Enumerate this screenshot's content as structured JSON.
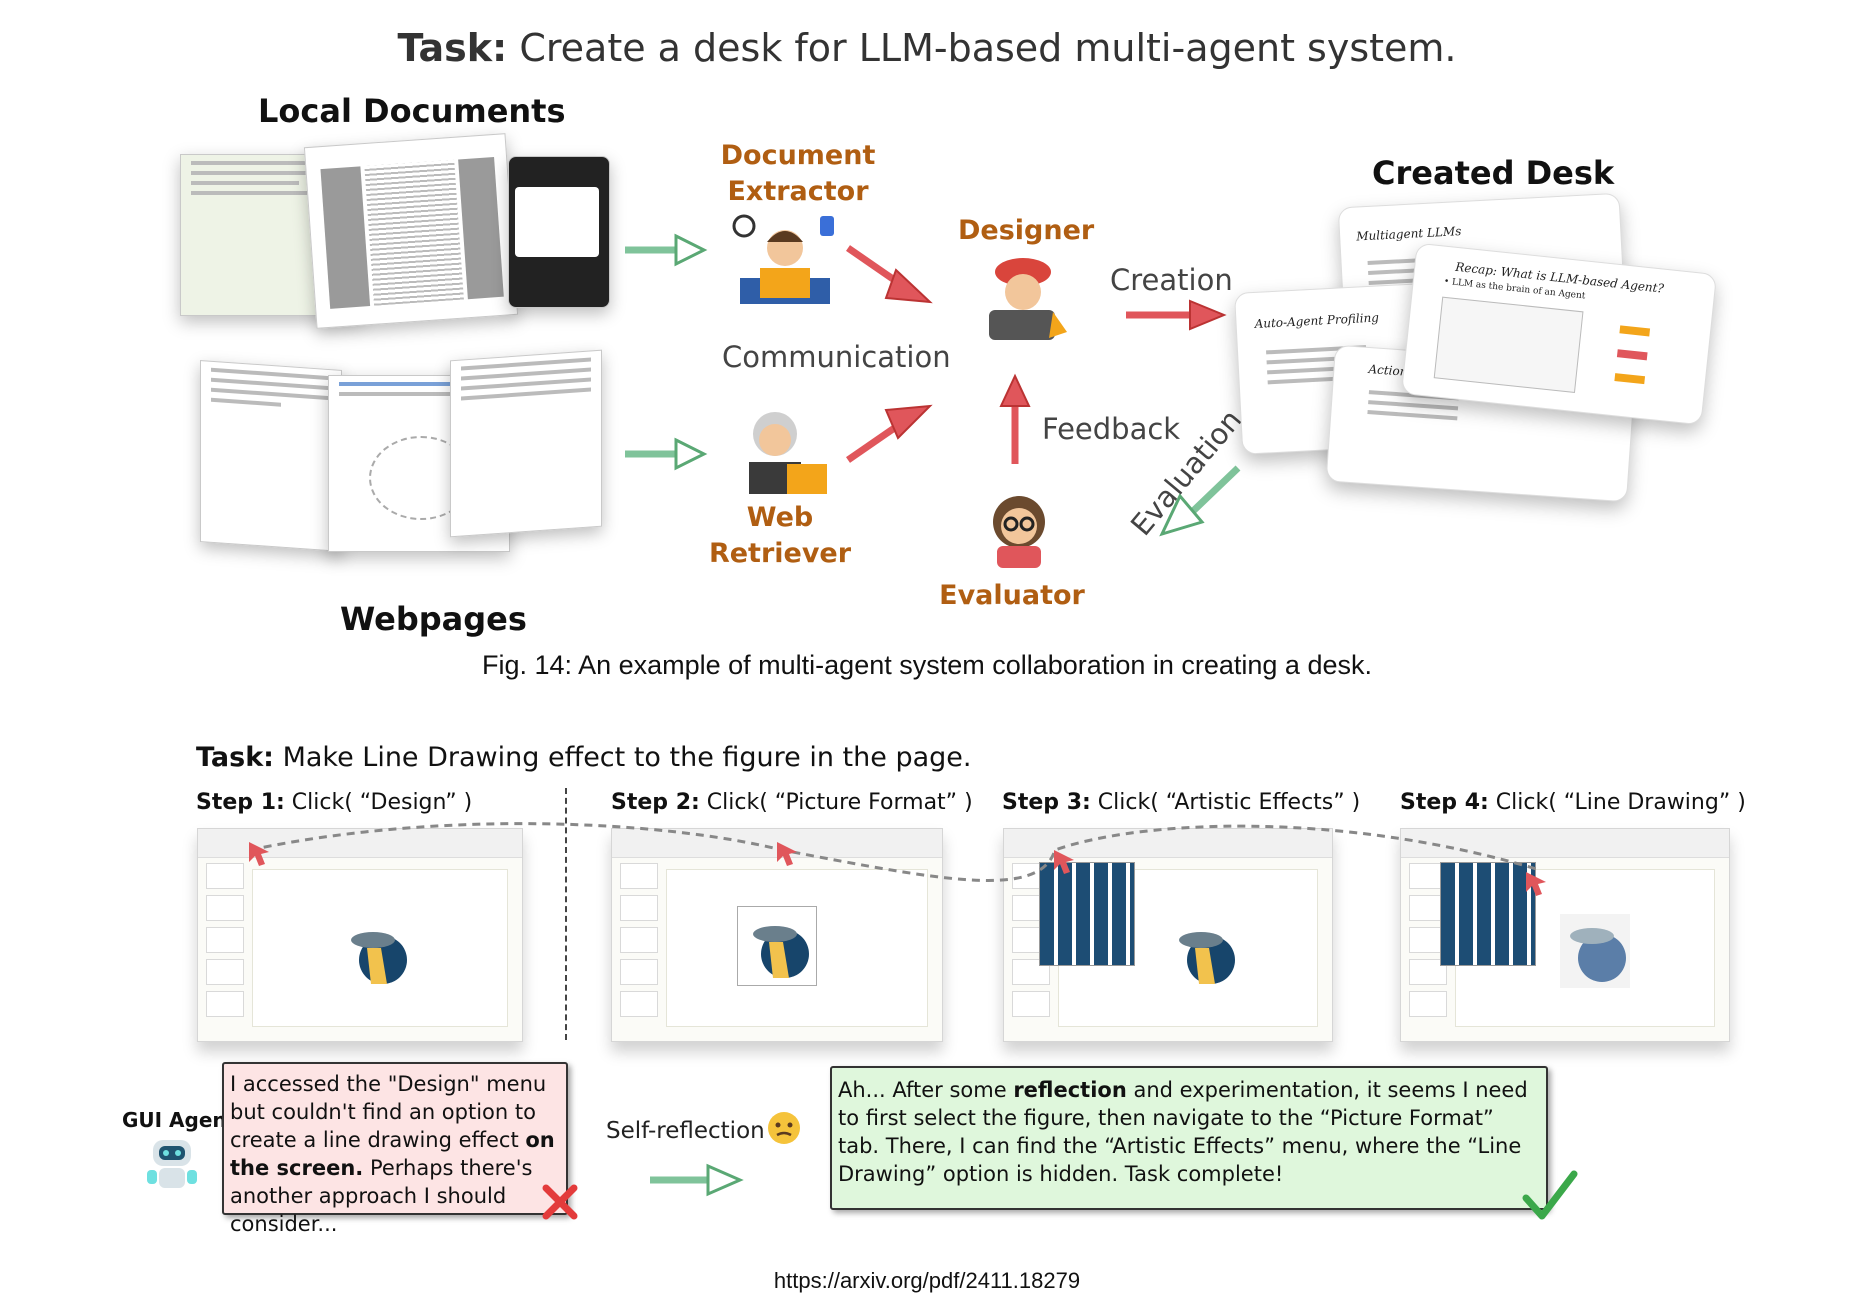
{
  "top": {
    "task_prefix": "Task:",
    "task_text": " Create a desk for LLM-based multi-agent system.",
    "local_documents": "Local Documents",
    "webpages": "Webpages",
    "created_desk": "Created Desk",
    "agents": {
      "document_extractor_1": "Document",
      "document_extractor_2": "Extractor",
      "web_retriever_1": "Web",
      "web_retriever_2": "Retriever",
      "designer": "Designer",
      "evaluator": "Evaluator"
    },
    "flows": {
      "communication": "Communication",
      "creation": "Creation",
      "feedback": "Feedback",
      "evaluation": "Evaluation"
    },
    "desk_slides": {
      "slide1_title": "Multiagent LLMs",
      "slide2_title": "Auto-Agent Profiling",
      "slide3_title": "Action",
      "slide4_title": "Recap: What is LLM-based Agent?",
      "slide4_sub": "• LLM as the brain of an Agent"
    },
    "caption": "Fig. 14: An example of multi-agent system collaboration in creating a desk."
  },
  "bottom": {
    "task_prefix": "Task:",
    "task_text": " Make Line Drawing effect to the figure in the page.",
    "steps": [
      {
        "label": "Step 1:",
        "action": " Click( “Design” )"
      },
      {
        "label": "Step 2:",
        "action": " Click( “Picture Format” )"
      },
      {
        "label": "Step 3:",
        "action": " Click( “Artistic Effects” )"
      },
      {
        "label": "Step 4:",
        "action": " Click( “Line Drawing” )"
      }
    ],
    "gui_agent": "GUI Agent",
    "self_reflection": "Self-reflection",
    "failure_text_1": "I accessed the \"Design\" menu but couldn't find an option to create a line drawing effect ",
    "failure_bold": "on the screen.",
    "failure_text_2": " Perhaps there's another approach I should consider...",
    "success_text_1": "Ah... After some ",
    "success_bold": "reflection",
    "success_text_2": " and experimentation, it seems I need to first select the figure, then navigate to the “Picture Format” tab. There, I can find the “Artistic Effects” menu, where the “Line Drawing” option is hidden. Task complete!"
  },
  "url": "https://arxiv.org/pdf/2411.18279",
  "colors": {
    "agent_label": "#b05e12",
    "arrow_green": "#7fc39a",
    "arrow_red": "#e0565b",
    "fail_bg": "#fde4e4",
    "success_bg": "#dff7dc"
  }
}
